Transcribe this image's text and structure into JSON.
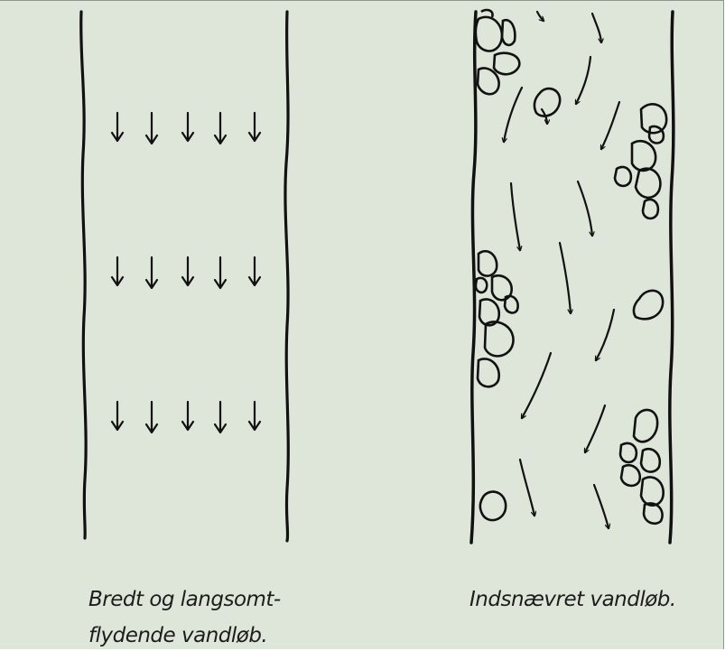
{
  "panels": {
    "left": {
      "caption_line1": "Bredt og langsomt-",
      "caption_line2": "flydende vandløb."
    },
    "right": {
      "caption": "Indsnævret vandløb."
    }
  },
  "colors": {
    "background": "#dde6d8",
    "ink": "#111111",
    "frame": "#8f968c"
  }
}
